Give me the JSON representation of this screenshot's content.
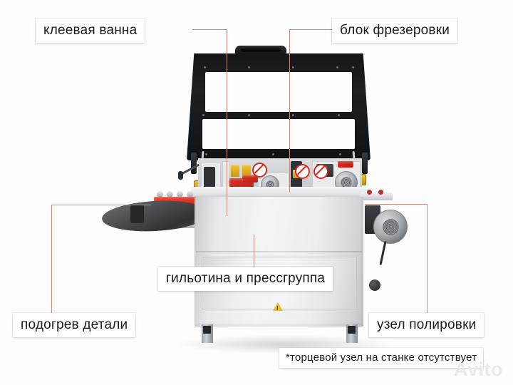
{
  "image": {
    "subject": "edge-banding machine",
    "background_color": "#fdfdfd",
    "leader_line_color": "#c98878",
    "label_background": "#ffffff",
    "label_text_color": "#1b1b1b"
  },
  "callouts": [
    {
      "id": "glue-bath",
      "label": "клеевая ванна"
    },
    {
      "id": "milling-unit",
      "label": "блок фрезеровки"
    },
    {
      "id": "guillotine",
      "label": "гильотина и прессгруппа"
    },
    {
      "id": "part-preheat",
      "label": "подогрев детали"
    },
    {
      "id": "polishing-unit",
      "label": "узел полировки"
    }
  ],
  "footnote": {
    "text": "*торцевой узел на станке отсутствует"
  },
  "watermark": {
    "text": "Avito"
  }
}
